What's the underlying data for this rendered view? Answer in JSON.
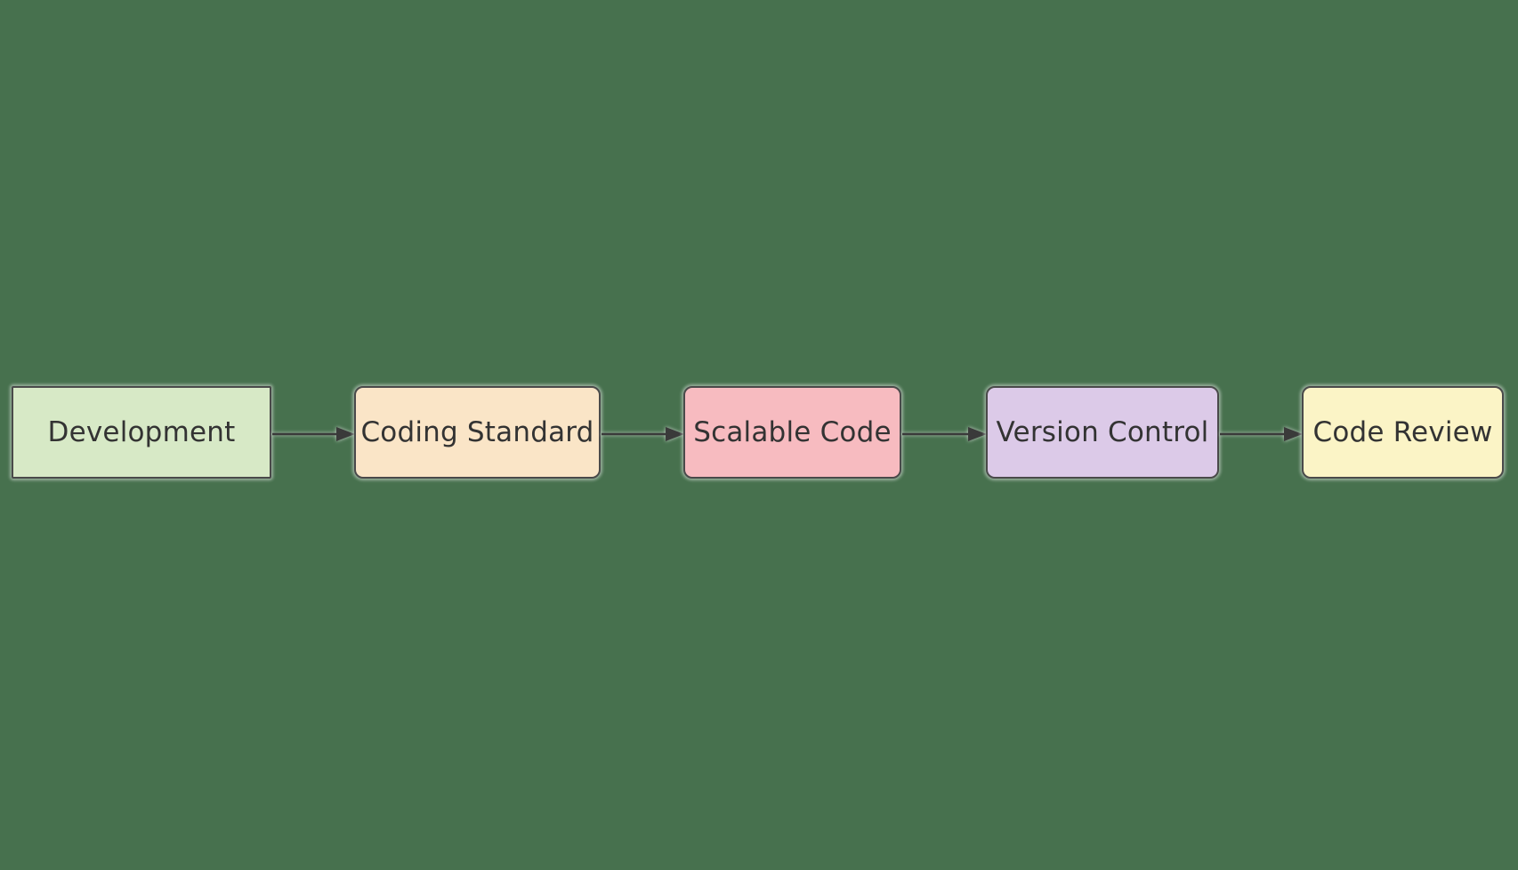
{
  "diagram": {
    "type": "flowchart",
    "direction": "left-to-right",
    "colors": {
      "background": "#47714e",
      "border": "#4a4a4a",
      "text": "#333333",
      "edge": "#3a3a3a"
    },
    "nodes": [
      {
        "id": "development",
        "label": "Development",
        "fill": "#d7e9c6",
        "shape": "rectangle"
      },
      {
        "id": "coding-standard",
        "label": "Coding Standard",
        "fill": "#fae5c7",
        "shape": "rounded"
      },
      {
        "id": "scalable-code",
        "label": "Scalable Code",
        "fill": "#f7bbc0",
        "shape": "rounded"
      },
      {
        "id": "version-control",
        "label": "Version Control",
        "fill": "#dccae8",
        "shape": "rounded"
      },
      {
        "id": "code-review",
        "label": "Code Review",
        "fill": "#fbf4c6",
        "shape": "rounded"
      }
    ],
    "edges": [
      {
        "from": "development",
        "to": "coding-standard",
        "arrow": "triangle-right"
      },
      {
        "from": "coding-standard",
        "to": "scalable-code",
        "arrow": "triangle-right"
      },
      {
        "from": "scalable-code",
        "to": "version-control",
        "arrow": "triangle-right"
      },
      {
        "from": "version-control",
        "to": "code-review",
        "arrow": "triangle-right"
      }
    ]
  }
}
